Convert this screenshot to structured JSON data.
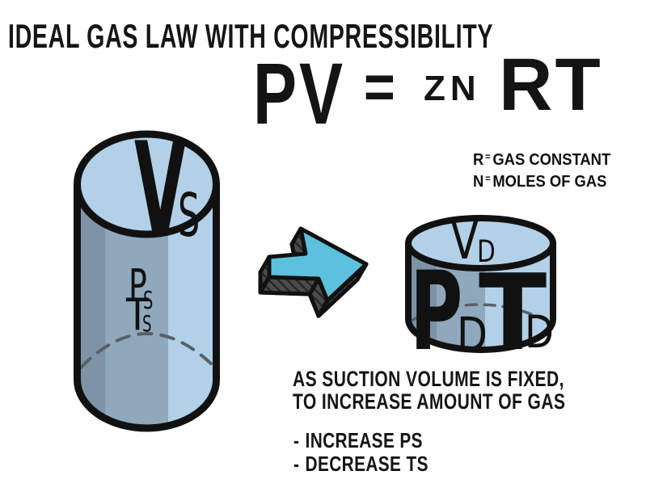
{
  "title": "IDEAL GAS LAW WITH COMPRESSIBILITY",
  "formula": {
    "pv": "PV",
    "equals": "=",
    "zn": "ZN",
    "rt": "RT"
  },
  "definitions": [
    {
      "symbol": "R",
      "eq": "=",
      "text": "GAS CONSTANT"
    },
    {
      "symbol": "N",
      "eq": "=",
      "text": "MOLES OF GAS"
    }
  ],
  "suction_cylinder": {
    "volume_main": "V",
    "volume_sub": "S",
    "pressure_main": "P",
    "pressure_sub": "S",
    "temperature_main": "T",
    "temperature_sub": "S"
  },
  "discharge_cylinder": {
    "volume_main": "V",
    "volume_sub": "D",
    "pressure_main": "P",
    "pressure_sub": "D",
    "temperature_main": "T",
    "temperature_sub": "D"
  },
  "note_line1": "AS SUCTION VOLUME IS FIXED,",
  "note_line2": "TO INCREASE AMOUNT OF GAS",
  "bullets": [
    {
      "dash": "-",
      "label": "INCREASE PS"
    },
    {
      "dash": "-",
      "label": "DECREASE TS"
    }
  ],
  "colors": {
    "cylinder-light": "#b2d1e8",
    "cylinder-mid": "#8fa8bc",
    "cylinder-dark": "#7e93a6",
    "dash-gray": "#5a6066",
    "arrow-cyan": "#5bc1dd",
    "arrow-gray": "#4b4b4b",
    "ink": "#111111"
  }
}
